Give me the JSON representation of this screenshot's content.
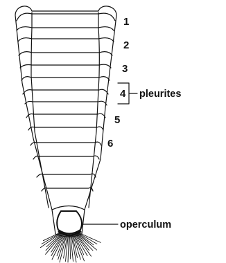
{
  "diagram": {
    "segment_numbers": [
      "1",
      "2",
      "3",
      "4",
      "5",
      "6"
    ],
    "labels": {
      "pleurites": "pleurites",
      "operculum": "operculum"
    },
    "colors": {
      "ink": "#111111",
      "background": "#ffffff"
    }
  }
}
